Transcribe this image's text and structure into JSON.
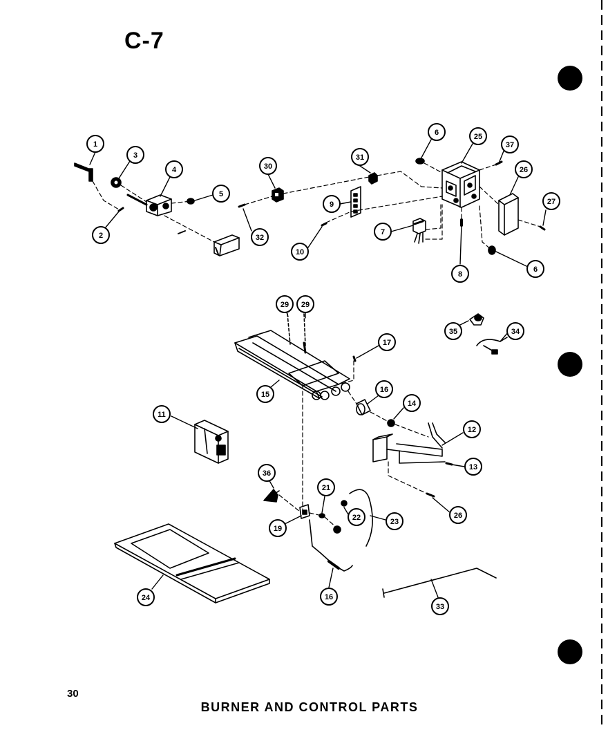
{
  "page": {
    "code": "C-7",
    "number": "30",
    "caption": "BURNER AND CONTROL PARTS"
  },
  "callouts": [
    {
      "id": "c1",
      "label": "1"
    },
    {
      "id": "c2",
      "label": "2"
    },
    {
      "id": "c3",
      "label": "3"
    },
    {
      "id": "c4",
      "label": "4"
    },
    {
      "id": "c5",
      "label": "5"
    },
    {
      "id": "c6a",
      "label": "6"
    },
    {
      "id": "c6b",
      "label": "6"
    },
    {
      "id": "c7",
      "label": "7"
    },
    {
      "id": "c8",
      "label": "8"
    },
    {
      "id": "c9",
      "label": "9"
    },
    {
      "id": "c10",
      "label": "10"
    },
    {
      "id": "c11",
      "label": "11"
    },
    {
      "id": "c12",
      "label": "12"
    },
    {
      "id": "c13",
      "label": "13"
    },
    {
      "id": "c14",
      "label": "14"
    },
    {
      "id": "c15",
      "label": "15"
    },
    {
      "id": "c16a",
      "label": "16"
    },
    {
      "id": "c16b",
      "label": "16"
    },
    {
      "id": "c17",
      "label": "17"
    },
    {
      "id": "c19",
      "label": "19"
    },
    {
      "id": "c21",
      "label": "21"
    },
    {
      "id": "c22",
      "label": "22"
    },
    {
      "id": "c23",
      "label": "23"
    },
    {
      "id": "c24",
      "label": "24"
    },
    {
      "id": "c25",
      "label": "25"
    },
    {
      "id": "c26a",
      "label": "26"
    },
    {
      "id": "c26b",
      "label": "26"
    },
    {
      "id": "c27",
      "label": "27"
    },
    {
      "id": "c29a",
      "label": "29"
    },
    {
      "id": "c29b",
      "label": "29"
    },
    {
      "id": "c30",
      "label": "30"
    },
    {
      "id": "c31",
      "label": "31"
    },
    {
      "id": "c32",
      "label": "32"
    },
    {
      "id": "c33",
      "label": "33"
    },
    {
      "id": "c34",
      "label": "34"
    },
    {
      "id": "c35",
      "label": "35"
    },
    {
      "id": "c36",
      "label": "36"
    },
    {
      "id": "c37",
      "label": "37"
    }
  ],
  "colors": {
    "ink": "#000000",
    "paper": "#ffffff"
  }
}
